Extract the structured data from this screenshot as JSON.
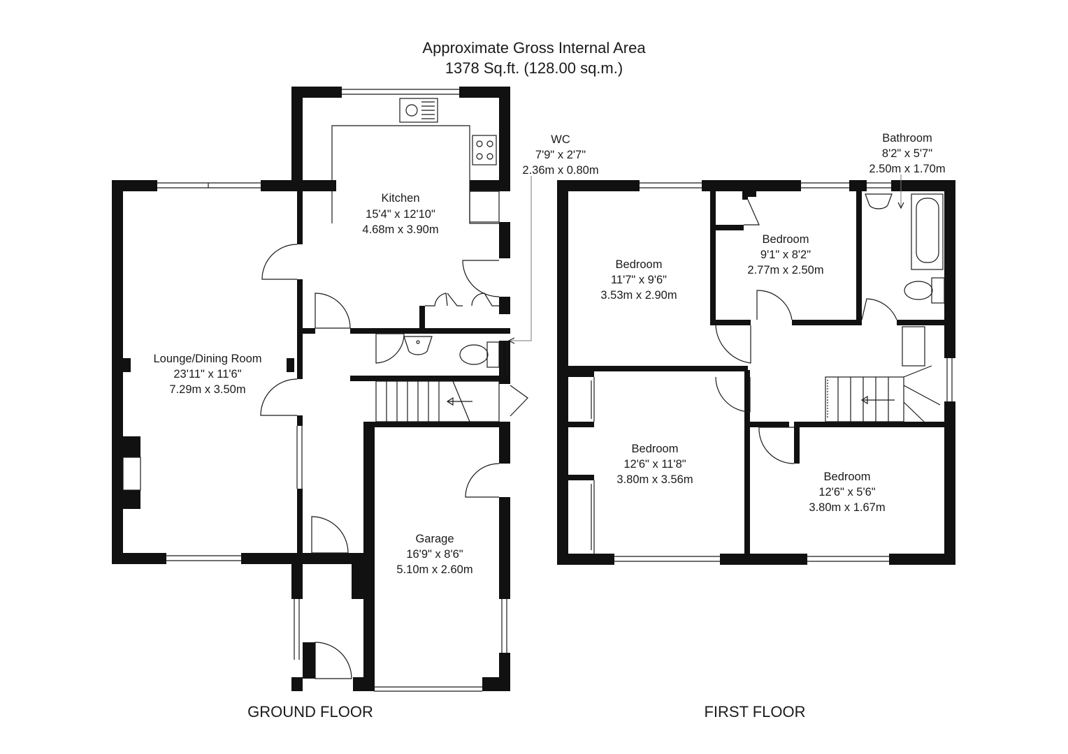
{
  "header": {
    "line1": "Approximate Gross Internal Area",
    "line2": "1378 Sq.ft. (128.00 sq.m.)"
  },
  "floors": {
    "ground": "GROUND FLOOR",
    "first": "FIRST FLOOR"
  },
  "rooms": {
    "kitchen": {
      "name": "Kitchen",
      "imperial": "15'4\" x 12'10\"",
      "metric": "4.68m x 3.90m"
    },
    "wc": {
      "name": "WC",
      "imperial": "7'9\" x 2'7\"",
      "metric": "2.36m x 0.80m"
    },
    "lounge": {
      "name": "Lounge/Dining Room",
      "imperial": "23'11\" x 11'6\"",
      "metric": "7.29m x 3.50m"
    },
    "garage": {
      "name": "Garage",
      "imperial": "16'9\" x 8'6\"",
      "metric": "5.10m x 2.60m"
    },
    "bathroom": {
      "name": "Bathroom",
      "imperial": "8'2\" x 5'7\"",
      "metric": "2.50m x 1.70m"
    },
    "bedroom1": {
      "name": "Bedroom",
      "imperial": "11'7\" x 9'6\"",
      "metric": "3.53m x 2.90m"
    },
    "bedroom2": {
      "name": "Bedroom",
      "imperial": "9'1\" x 8'2\"",
      "metric": "2.77m x 2.50m"
    },
    "bedroom3": {
      "name": "Bedroom",
      "imperial": "12'6\" x 11'8\"",
      "metric": "3.80m x 3.56m"
    },
    "bedroom4": {
      "name": "Bedroom",
      "imperial": "12'6\" x 5'6\"",
      "metric": "3.80m x 1.67m"
    }
  },
  "colors": {
    "wall": "#111111",
    "line": "#1a1a1a",
    "background": "#ffffff"
  }
}
